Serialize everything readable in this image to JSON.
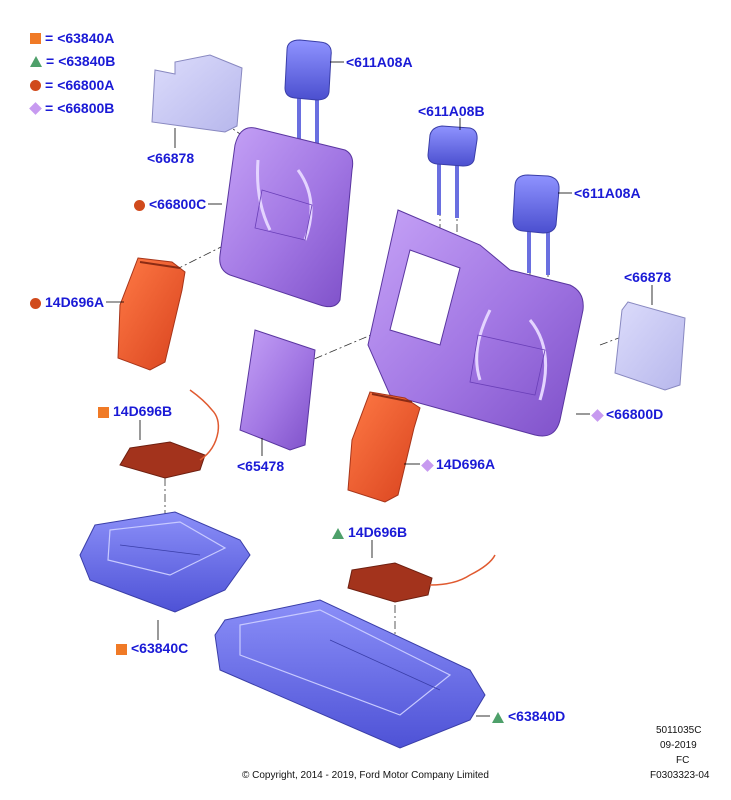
{
  "legend": [
    {
      "symbol": "square",
      "color": "#f07a26",
      "eq": "=",
      "code": "<63840A"
    },
    {
      "symbol": "triangle",
      "color": "#4ea06a",
      "eq": "=",
      "code": "<63840B"
    },
    {
      "symbol": "circle",
      "color": "#d04a1c",
      "eq": "=",
      "code": "<66800A"
    },
    {
      "symbol": "diamond",
      "color": "#c79af0",
      "eq": "=",
      "code": "<66800B"
    }
  ],
  "callouts": {
    "headrest_left": "<611A08A",
    "headrest_mid": "<611A08B",
    "headrest_right": "<611A08A",
    "pad_left": "<66878",
    "pad_right": "<66878",
    "backrest_left": "<66800C",
    "backrest_right": "<66800D",
    "heater_back_left": "14D696A",
    "heater_back_right": "14D696A",
    "cover_panel": "<65478",
    "heater_cushion_left": "14D696B",
    "heater_cushion_right": "14D696B",
    "cushion_left": "<63840C",
    "cushion_right": "<63840D"
  },
  "colors": {
    "label_blue": "#1a1ad6",
    "backrest_purple": "#a77de6",
    "headrest_blue": "#6a6fe0",
    "cushion_blue": "#6b6ff0",
    "heater_orange": "#e8552a",
    "heater_dark": "#9a2e1a",
    "pad_lavender": "#c9c9f3"
  },
  "footer": {
    "doc_code": "5011035C",
    "date": "09-2019",
    "fc": "FC",
    "ref": "F0303323-04",
    "copyright": "© Copyright, 2014 - 2019, Ford Motor Company Limited"
  }
}
